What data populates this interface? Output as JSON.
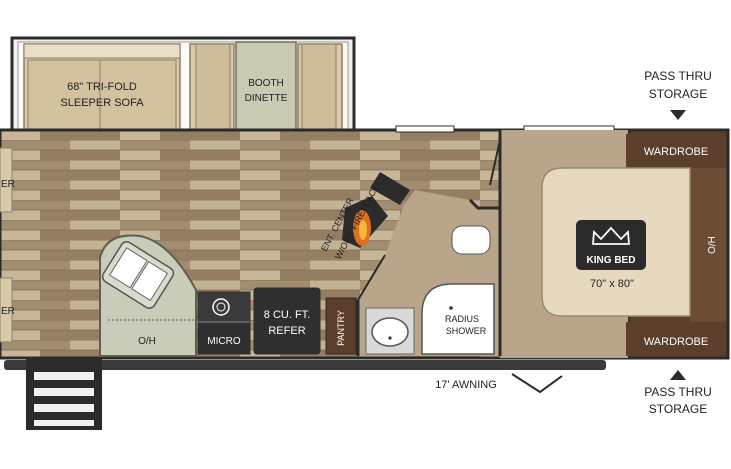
{
  "labels": {
    "sofa_line1": "68\" TRI-FOLD",
    "sofa_line2": "SLEEPER SOFA",
    "dinette_line1": "BOOTH",
    "dinette_line2": "DINETTE",
    "pass_thru_top_line1": "PASS THRU",
    "pass_thru_top_line2": "STORAGE",
    "pass_thru_bottom_line1": "PASS THRU",
    "pass_thru_bottom_line2": "STORAGE",
    "wardrobe_top": "WARDROBE",
    "wardrobe_bottom": "WARDROBE",
    "king_bed": "KING BED",
    "bed_size": "70\" x 80\"",
    "ho": "H/O",
    "ent_center_line1": "ENT. CENTER",
    "ent_center_line2": "W/OPT. FIREPLACE",
    "radius_shower_line1": "RADIUS",
    "radius_shower_line2": "SHOWER",
    "micro": "MICRO",
    "refer_line1": "8 CU. FT.",
    "refer_line2": "REFER",
    "pantry": "PANTRY",
    "oh": "O/H",
    "awning": "17' AWNING",
    "left_cut_top": "ER",
    "left_cut_bottom": "ER"
  },
  "colors": {
    "wall": "#2b2b2b",
    "floor_light": "#b8a58a",
    "floor_dark": "#8a7358",
    "carpet": "#e6d9bd",
    "wardrobe": "#5b3f2b",
    "sofa": "#d8c9a8",
    "dinette_table": "#c9c9b4",
    "appliance": "#2f2f2f",
    "counter_green": "#c8ccb8"
  },
  "icons": {
    "king_bed_badge": "crown-icon",
    "stove": "stove-burner-icon",
    "sink": "sink-icon",
    "toilet": "toilet-icon",
    "fireplace": "fireplace-icon"
  }
}
